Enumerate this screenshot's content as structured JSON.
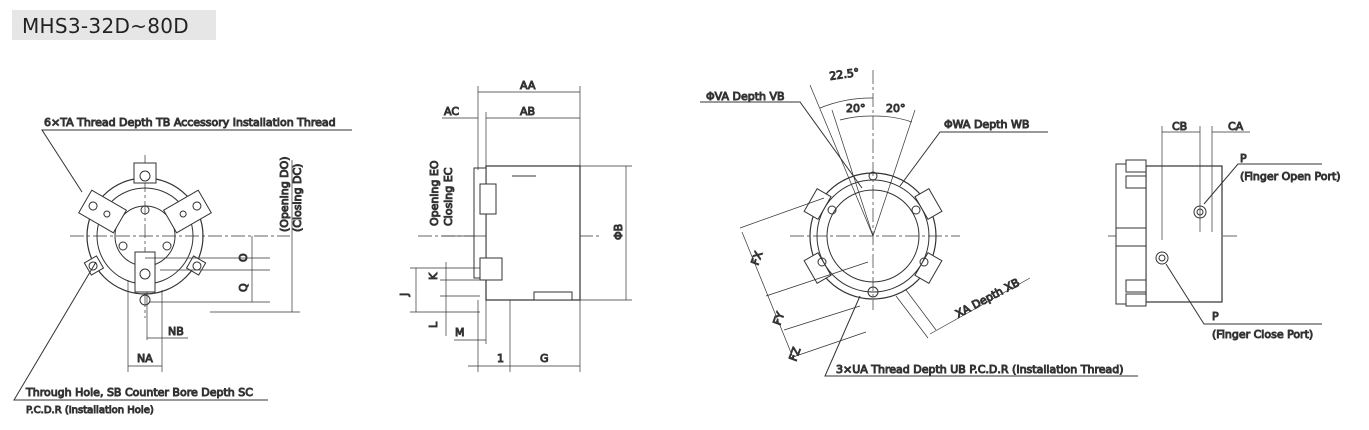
{
  "title": "MHS3-32D~80D",
  "labels": {
    "ta_thread": "6×TA Thread Depth TB Accessory Installation Thread",
    "through_hole": "Through Hole, SB Counter Bore Depth SC",
    "pcd_install_hole": "P.C.D.R (Installation Hole)",
    "opening_do": "(Opening DO)",
    "closing_dc": "(Closing DC)",
    "o": "O",
    "q": "Q",
    "nb": "NB",
    "na": "NA",
    "aa": "AA",
    "ab": "AB",
    "ac": "AC",
    "opening_eo": "Opening EO",
    "closing_ec": "Closing EC",
    "phi_b": "ΦB",
    "j": "J",
    "k": "K",
    "l": "L",
    "m": "M",
    "one": "1",
    "g": "G",
    "angle_225": "22.5°",
    "angle_20a": "20°",
    "angle_20b": "20°",
    "phi_va": "ΦVA  Depth VB",
    "phi_wa": "ΦWA  Depth WB",
    "fx": "FX",
    "fy": "FY",
    "fz": "FZ",
    "xa_depth": "XA Depth XB",
    "ua_thread": "3×UA Thread Depth UB P.C.D.R (Installation Thread)",
    "cb": "CB",
    "ca": "CA",
    "p1": "P",
    "finger_open": "(Finger Open Port)",
    "p2": "P",
    "finger_close": "(Finger Close Port)"
  }
}
